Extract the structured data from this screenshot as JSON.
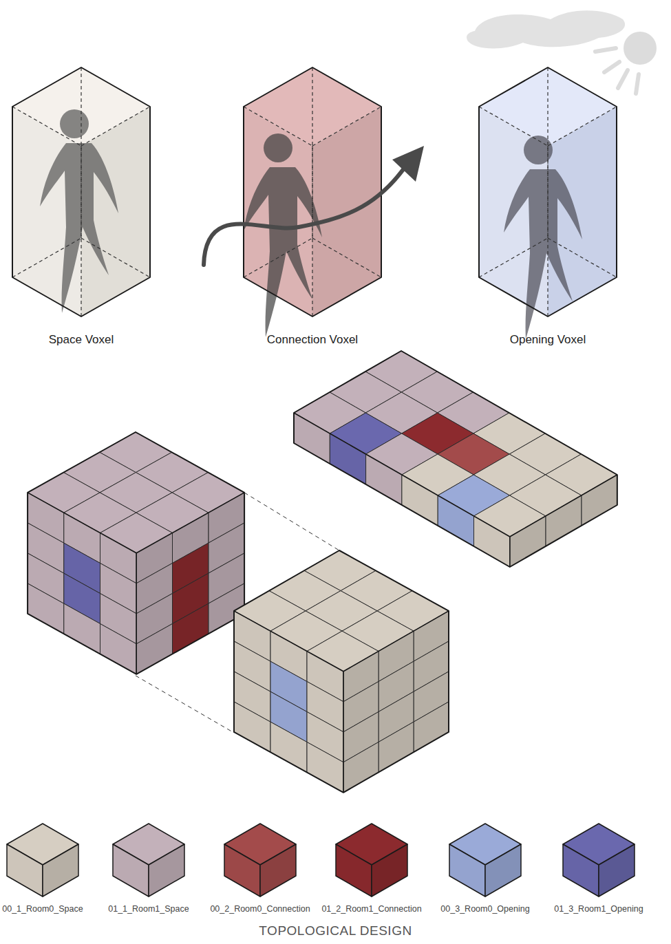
{
  "diagram": {
    "caption": "TOPOLOGICAL DESIGN",
    "nodes": [
      {
        "text": [
          "Space Voxel"
        ]
      },
      {
        "text": [
          "Connection Voxel"
        ]
      },
      {
        "text": [
          "Opening Voxel"
        ]
      }
    ],
    "legend": [
      {
        "text": "00_1_Room0_Space",
        "color": "#d6cec2"
      },
      {
        "text": "01_1_Room1_Space",
        "color": "#c3b1ba"
      },
      {
        "text": "00_2_Room0_Connection",
        "color": "#a34b4b"
      },
      {
        "text": "01_2_Room1_Connection",
        "color": "#8c2a2e"
      },
      {
        "text": "00_3_Room0_Opening",
        "color": "#9aaad8"
      },
      {
        "text": "01_3_Room1_Opening",
        "color": "#6a68ae"
      }
    ]
  }
}
